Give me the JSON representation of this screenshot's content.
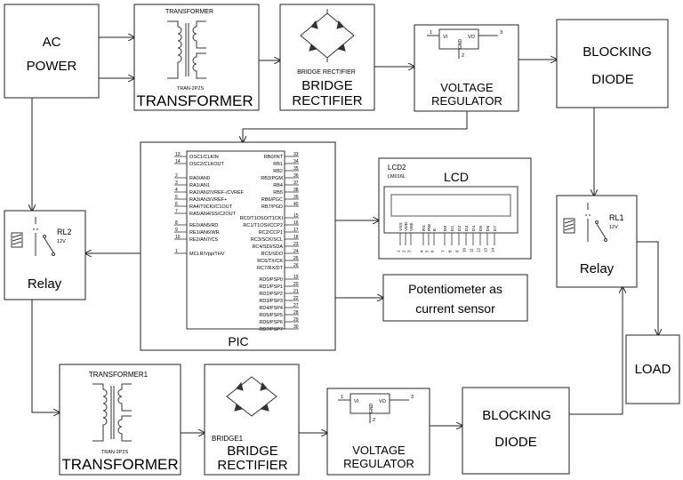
{
  "colors": {
    "line": "#222222",
    "background": "#ffffff"
  },
  "blocks": {
    "ac_power": {
      "line1": "AC",
      "line2": "POWER"
    },
    "transformer_top": {
      "header": "TRANSFORMER",
      "part": "TRAN-2P2S",
      "label": "TRANSFORMER"
    },
    "bridge_top": {
      "header": "BRIDGE RECTIFIER",
      "line1": "BRIDGE",
      "line2": "RECTIFIER"
    },
    "regulator_top": {
      "pin_vi": "VI",
      "pin_vo": "VO",
      "pin_gnd": "GND",
      "pin1": "1",
      "pin2": "2",
      "pin3": "3",
      "line1": "VOLTAGE",
      "line2": "REGULATOR"
    },
    "blocking_top": {
      "line1": "BLOCKING",
      "line2": "DIODE"
    },
    "relay_left": {
      "ref": "RL2",
      "rating": "12V",
      "label": "Relay"
    },
    "relay_right": {
      "ref": "RL1",
      "rating": "12V",
      "label": "Relay"
    },
    "pic": {
      "label": "PIC",
      "left_pins": [
        {
          "num": "13",
          "name": "OSC1/CLKIN"
        },
        {
          "num": "14",
          "name": "OSC2/CLKOUT"
        },
        {
          "num": "2",
          "name": "RA0/AN0"
        },
        {
          "num": "3",
          "name": "RA1/AN1"
        },
        {
          "num": "4",
          "name": "RA2/AN2/VREF-/CVREF"
        },
        {
          "num": "5",
          "name": "RA3/AN3/VREF+"
        },
        {
          "num": "6",
          "name": "RA4/T0CKI/C1OUT"
        },
        {
          "num": "7",
          "name": "RA5/AN4/SS/C2OUT"
        },
        {
          "num": "8",
          "name": "RE0/AN5/RD"
        },
        {
          "num": "9",
          "name": "RE1/AN6/WR"
        },
        {
          "num": "10",
          "name": "RE2/AN7/CS"
        },
        {
          "num": "1",
          "name": "MCLR/Vpp/THV"
        }
      ],
      "right_pins": [
        {
          "num": "33",
          "name": "RB0/INT"
        },
        {
          "num": "34",
          "name": "RB1"
        },
        {
          "num": "35",
          "name": "RB2"
        },
        {
          "num": "36",
          "name": "RB3/PGM"
        },
        {
          "num": "37",
          "name": "RB4"
        },
        {
          "num": "38",
          "name": "RB5"
        },
        {
          "num": "39",
          "name": "RB6/PGC"
        },
        {
          "num": "40",
          "name": "RB7/PGD"
        },
        {
          "num": "15",
          "name": "RC0/T1OSO/T1CKI"
        },
        {
          "num": "16",
          "name": "RC1/T1OSI/CCP2"
        },
        {
          "num": "17",
          "name": "RC2/CCP1"
        },
        {
          "num": "18",
          "name": "RC3/SCK/SCL"
        },
        {
          "num": "23",
          "name": "RC4/SDI/SDA"
        },
        {
          "num": "24",
          "name": "RC5/SDO"
        },
        {
          "num": "25",
          "name": "RC6/TX/CK"
        },
        {
          "num": "26",
          "name": "RC7/RX/DT"
        },
        {
          "num": "19",
          "name": "RD0/PSP0"
        },
        {
          "num": "20",
          "name": "RD1/PSP1"
        },
        {
          "num": "21",
          "name": "RD2/PSP2"
        },
        {
          "num": "22",
          "name": "RD3/PSP3"
        },
        {
          "num": "27",
          "name": "RD4/PSP4"
        },
        {
          "num": "28",
          "name": "RD5/PSP5"
        },
        {
          "num": "29",
          "name": "RD6/PSP6"
        },
        {
          "num": "30",
          "name": "RD7/PSP7"
        }
      ]
    },
    "lcd": {
      "ref": "LCD2",
      "part": "LM016L",
      "label": "LCD",
      "pins": [
        "VSS",
        "VDD",
        "VEE",
        "RS",
        "RW",
        "E",
        "D0",
        "D1",
        "D2",
        "D3",
        "D4",
        "D5",
        "D6",
        "D7"
      ],
      "pin_numbers": [
        "1",
        "2",
        "3",
        "4",
        "5",
        "6",
        "7",
        "8",
        "9",
        "10",
        "11",
        "12",
        "13",
        "14"
      ]
    },
    "potentiometer": {
      "line1": "Potentiometer  as",
      "line2": "current sensor"
    },
    "load": {
      "label": "LOAD"
    },
    "transformer_bottom": {
      "header": "TRANSFORMER1",
      "part": "TRAN-2P2S",
      "label": "TRANSFORMER"
    },
    "bridge_bottom": {
      "header": "BRIDGE1",
      "line1": "BRIDGE",
      "line2": "RECTIFIER"
    },
    "regulator_bottom": {
      "pin_vi": "VI",
      "pin_vo": "VO",
      "pin_gnd": "GND",
      "pin1": "1",
      "pin2": "2",
      "pin3": "3",
      "line1": "VOLTAGE",
      "line2": "REGULATOR"
    },
    "blocking_bottom": {
      "line1": "BLOCKING",
      "line2": "DIODE"
    }
  }
}
